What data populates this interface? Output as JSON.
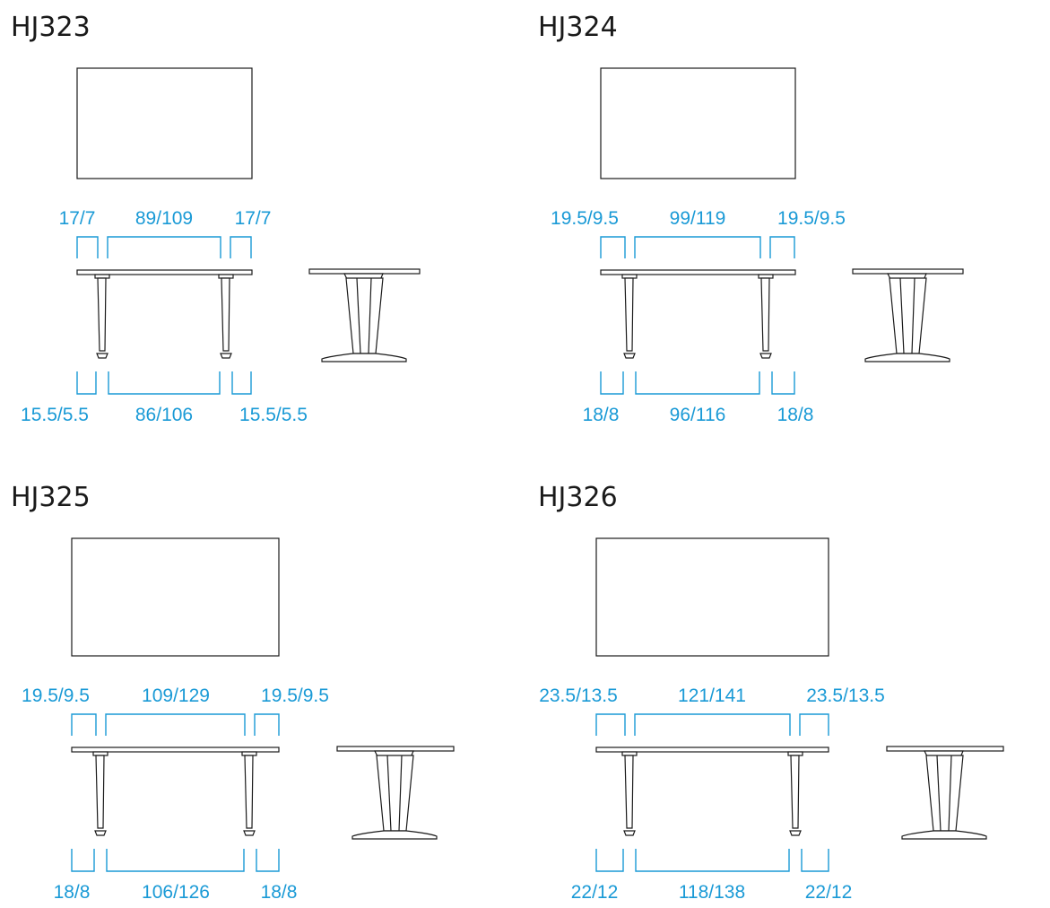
{
  "colors": {
    "line": "#1a1a1a",
    "dimension": "#1a9ad6",
    "background": "#ffffff"
  },
  "tables": [
    {
      "model": "HJ323",
      "top_dimensions": {
        "left": "17/7",
        "middle": "89/109",
        "right": "17/7"
      },
      "bottom_dimensions": {
        "left": "15.5/5.5",
        "middle": "86/106",
        "right": "15.5/5.5"
      }
    },
    {
      "model": "HJ324",
      "top_dimensions": {
        "left": "19.5/9.5",
        "middle": "99/119",
        "right": "19.5/9.5"
      },
      "bottom_dimensions": {
        "left": "18/8",
        "middle": "96/116",
        "right": "18/8"
      }
    },
    {
      "model": "HJ325",
      "top_dimensions": {
        "left": "19.5/9.5",
        "middle": "109/129",
        "right": "19.5/9.5"
      },
      "bottom_dimensions": {
        "left": "18/8",
        "middle": "106/126",
        "right": "18/8"
      }
    },
    {
      "model": "HJ326",
      "top_dimensions": {
        "left": "23.5/13.5",
        "middle": "121/141",
        "right": "23.5/13.5"
      },
      "bottom_dimensions": {
        "left": "22/12",
        "middle": "118/138",
        "right": "22/12"
      }
    }
  ]
}
